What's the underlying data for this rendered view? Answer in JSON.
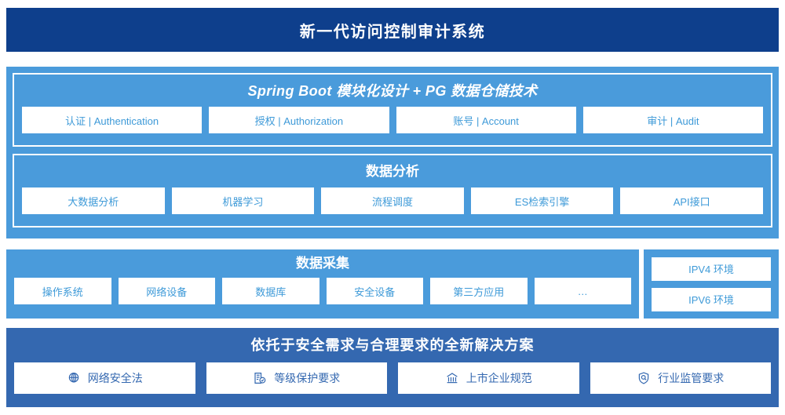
{
  "header": {
    "title": "新一代访问控制审计系统",
    "bg_color": "#0e3f8c"
  },
  "application_layer": {
    "panel_color": "#4a9bdb",
    "spring_block": {
      "title": "Spring Boot 模块化设计 + PG 数据仓储技术",
      "items": [
        {
          "label": "认证 | Authentication"
        },
        {
          "label": "授权 | Authorization"
        },
        {
          "label": "账号 | Account"
        },
        {
          "label": "审计 | Audit"
        }
      ]
    },
    "analysis_block": {
      "title": "数据分析",
      "items": [
        {
          "label": "大数据分析"
        },
        {
          "label": "机器学习"
        },
        {
          "label": "流程调度"
        },
        {
          "label": "ES检索引擎"
        },
        {
          "label": "API接口"
        }
      ]
    }
  },
  "collection_layer": {
    "title": "数据采集",
    "items": [
      {
        "label": "操作系统"
      },
      {
        "label": "网络设备"
      },
      {
        "label": "数据库"
      },
      {
        "label": "安全设备"
      },
      {
        "label": "第三方应用"
      },
      {
        "label": "…"
      }
    ]
  },
  "environment_panel": {
    "items": [
      {
        "label": "IPV4 环境"
      },
      {
        "label": "IPV6 环境"
      }
    ]
  },
  "compliance_banner": {
    "title": "依托于安全需求与合理要求的全新解决方案",
    "bg_color": "#3468b0",
    "items": [
      {
        "label": "网络安全法",
        "icon": "globe-icon"
      },
      {
        "label": "等级保护要求",
        "icon": "document-check-icon"
      },
      {
        "label": "上市企业规范",
        "icon": "bank-icon"
      },
      {
        "label": "行业监管要求",
        "icon": "shield-search-icon"
      }
    ]
  }
}
